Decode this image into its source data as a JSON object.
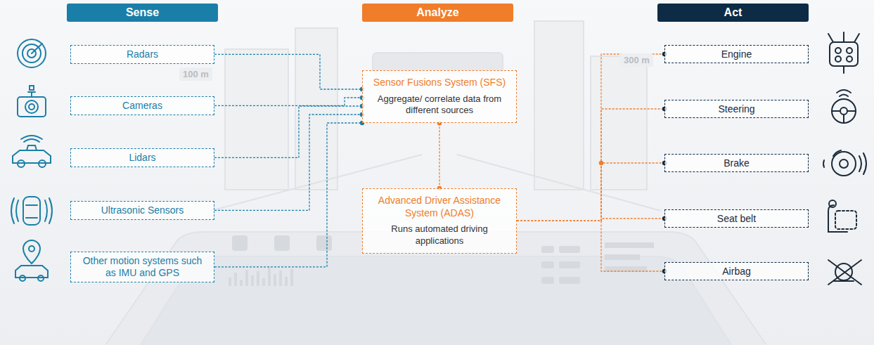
{
  "diagram": {
    "nodes": [
      {
        "text": [
          "Sense"
        ]
      },
      {
        "text": [
          "Analyze"
        ]
      },
      {
        "text": [
          "Act"
        ]
      },
      {
        "text": [
          "Radars"
        ]
      },
      {
        "text": [
          "Cameras"
        ]
      },
      {
        "text": [
          "Lidars"
        ]
      },
      {
        "text": [
          "Ultrasonic Sensors"
        ]
      },
      {
        "text": [
          "Other motion systems such as IMU and GPS"
        ]
      },
      {
        "text": [
          "Sensor Fusions System (SFS)",
          "Aggregate/ correlate data from different sources"
        ]
      },
      {
        "text": [
          "Advanced Driver Assistance System (ADAS)",
          "Runs automated driving applications"
        ]
      },
      {
        "text": [
          "Engine"
        ]
      },
      {
        "text": [
          "Steering"
        ]
      },
      {
        "text": [
          "Brake"
        ]
      },
      {
        "text": [
          "Seat belt"
        ]
      },
      {
        "text": [
          "Airbag"
        ]
      }
    ],
    "edges": [
      {
        "from": 3,
        "to": 8,
        "arrow": "none"
      },
      {
        "from": 4,
        "to": 8,
        "arrow": "none"
      },
      {
        "from": 5,
        "to": 8,
        "arrow": "none"
      },
      {
        "from": 6,
        "to": 8,
        "arrow": "none"
      },
      {
        "from": 7,
        "to": 8,
        "arrow": "none"
      },
      {
        "from": 8,
        "to": 9,
        "arrow": "none"
      },
      {
        "from": 9,
        "to": 10,
        "arrow": "none"
      },
      {
        "from": 9,
        "to": 11,
        "arrow": "none"
      },
      {
        "from": 9,
        "to": 12,
        "arrow": "none"
      },
      {
        "from": 9,
        "to": 13,
        "arrow": "none"
      },
      {
        "from": 9,
        "to": 14,
        "arrow": "none"
      }
    ],
    "labels": [
      "100 m",
      "300 m"
    ]
  }
}
